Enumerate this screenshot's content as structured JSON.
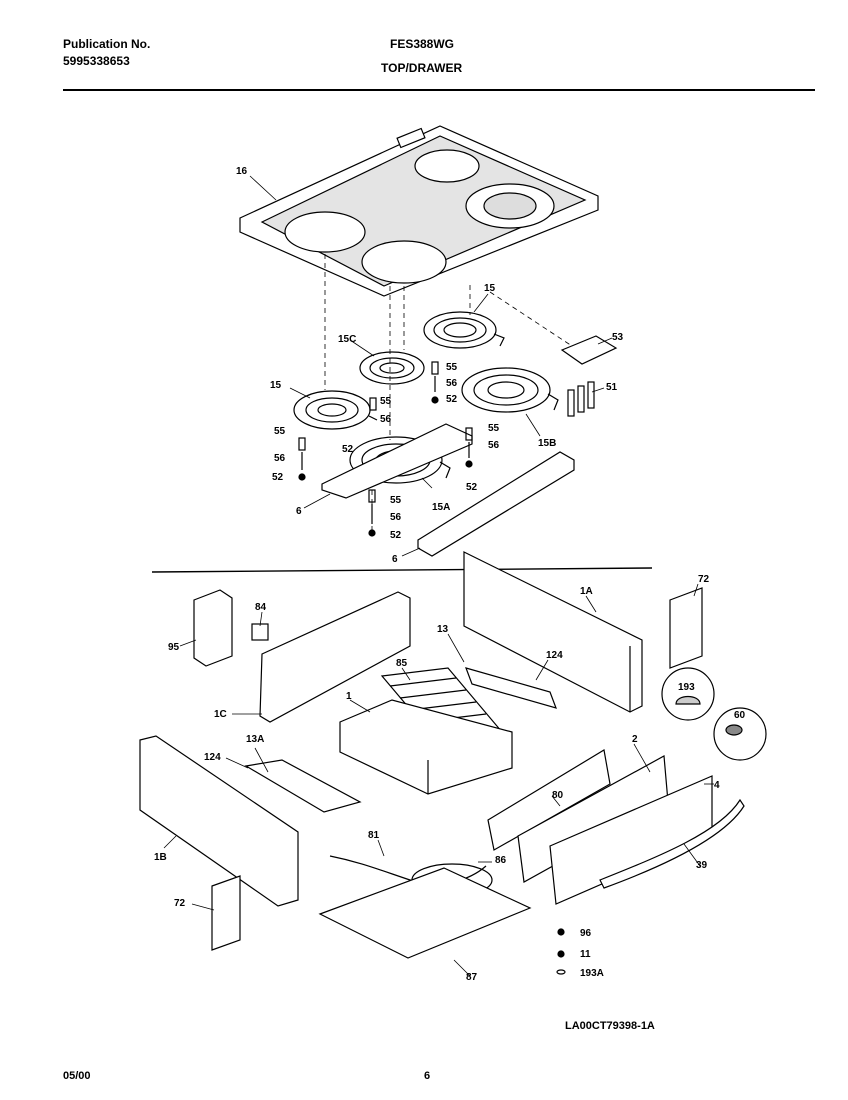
{
  "header": {
    "publication_label": "Publication No.",
    "publication_number": "5995338653",
    "model": "FES388WG",
    "section": "TOP/DRAWER"
  },
  "footer": {
    "date": "05/00",
    "page": "6",
    "drawing_id": "LA00CT79398-1A"
  },
  "callouts": {
    "c16": "16",
    "c15a": "15",
    "c15b": "15",
    "c15c": "15C",
    "c15B": "15B",
    "c15A": "15A",
    "c53": "53",
    "c51": "51",
    "c55a": "55",
    "c56a": "56",
    "c52a": "52",
    "c55b": "55",
    "c56b": "56",
    "c55c": "55",
    "c56c": "56",
    "c52c": "52",
    "c52d": "52",
    "c55d": "55",
    "c56d": "56",
    "c52e": "52",
    "c55e": "55",
    "c56e": "56",
    "c52f": "52",
    "c6a": "6",
    "c6b": "6",
    "c72a": "72",
    "c1A": "1A",
    "c95": "95",
    "c84": "84",
    "c13": "13",
    "c124a": "124",
    "c85": "85",
    "c1": "1",
    "c1C": "1C",
    "c193": "193",
    "c60": "60",
    "c13A": "13A",
    "c124b": "124",
    "c2": "2",
    "c4": "4",
    "c80": "80",
    "c1B": "1B",
    "c81": "81",
    "c86": "86",
    "c39": "39",
    "c72b": "72",
    "c96": "96",
    "c11": "11",
    "c193A": "193A",
    "c87": "87"
  }
}
